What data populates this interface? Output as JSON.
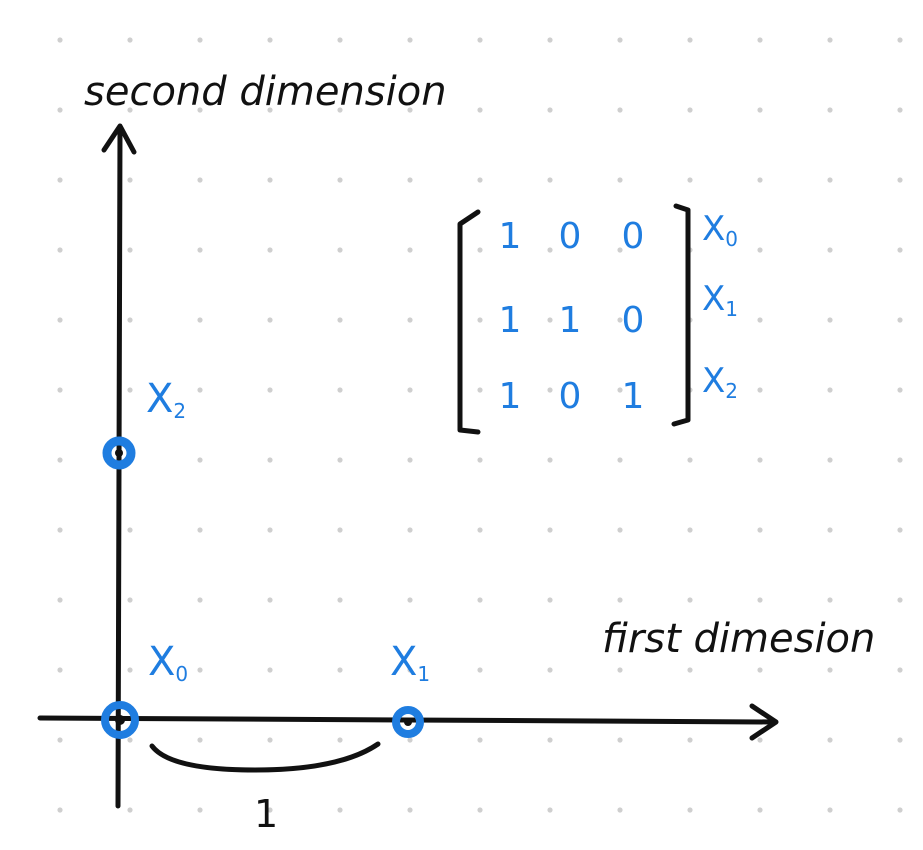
{
  "axes": {
    "x_label": "first dimesion",
    "y_label": "second dimension"
  },
  "colors": {
    "ink": "#111111",
    "accent": "#1f7de0",
    "grid_dot": "#cfcfcf"
  },
  "points": [
    {
      "name": "X",
      "sub": "0",
      "x": 0,
      "y": 0
    },
    {
      "name": "X",
      "sub": "1",
      "x": 1,
      "y": 0
    },
    {
      "name": "X",
      "sub": "2",
      "x": 0,
      "y": 1
    }
  ],
  "distance_label": "1",
  "matrix": {
    "rows": [
      {
        "values": [
          "1",
          "0",
          "0"
        ],
        "label": "X",
        "sub": "0"
      },
      {
        "values": [
          "1",
          "1",
          "0"
        ],
        "label": "X",
        "sub": "1"
      },
      {
        "values": [
          "1",
          "0",
          "1"
        ],
        "label": "X",
        "sub": "2"
      }
    ]
  }
}
